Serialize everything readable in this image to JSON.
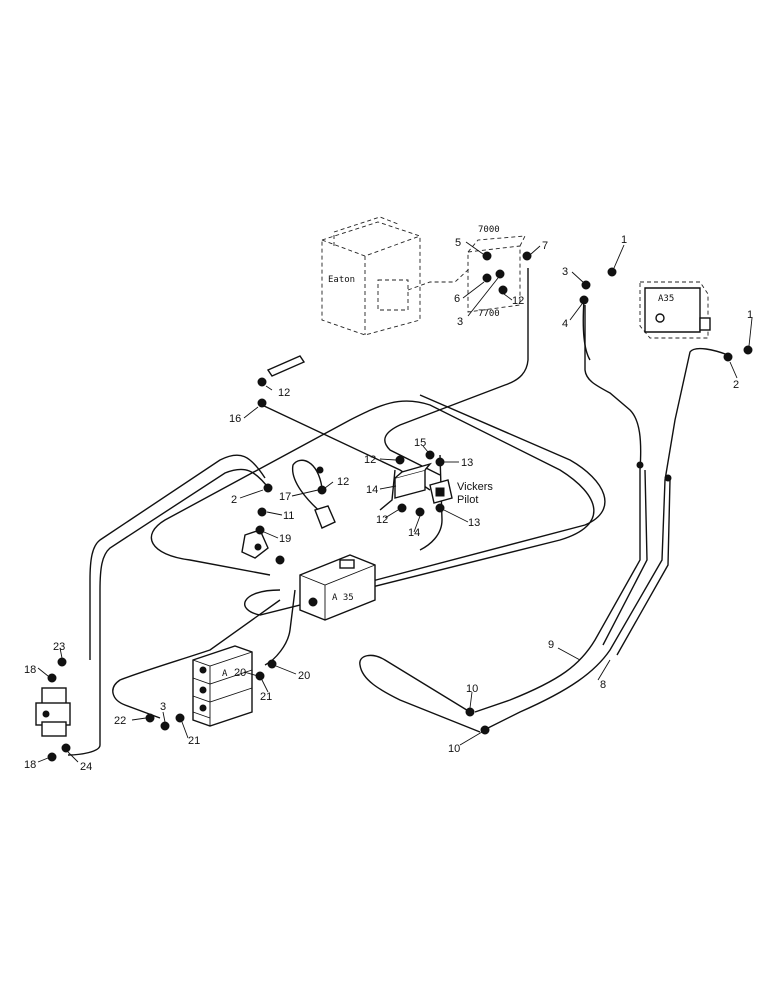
{
  "components": {
    "eaton": "Eaton",
    "a35_top": "A35",
    "a35_center": "A 35",
    "valve_bank": "A",
    "vickers_line1": "Vickers",
    "vickers_line2": "Pilot",
    "code_7000": "7000",
    "code_7700": "7700"
  },
  "callouts": [
    {
      "id": "c1a",
      "text": "1"
    },
    {
      "id": "c1b",
      "text": "1"
    },
    {
      "id": "c2a",
      "text": "2"
    },
    {
      "id": "c2b",
      "text": "2"
    },
    {
      "id": "c3a",
      "text": "3"
    },
    {
      "id": "c3b",
      "text": "3"
    },
    {
      "id": "c3c",
      "text": "3"
    },
    {
      "id": "c4",
      "text": "4"
    },
    {
      "id": "c5",
      "text": "5"
    },
    {
      "id": "c6",
      "text": "6"
    },
    {
      "id": "c7",
      "text": "7"
    },
    {
      "id": "c8",
      "text": "8"
    },
    {
      "id": "c9",
      "text": "9"
    },
    {
      "id": "c10a",
      "text": "10"
    },
    {
      "id": "c10b",
      "text": "10"
    },
    {
      "id": "c11",
      "text": "11"
    },
    {
      "id": "c12a",
      "text": "12"
    },
    {
      "id": "c12b",
      "text": "12"
    },
    {
      "id": "c12c",
      "text": "12"
    },
    {
      "id": "c12d",
      "text": "12"
    },
    {
      "id": "c12e",
      "text": "12"
    },
    {
      "id": "c13a",
      "text": "13"
    },
    {
      "id": "c13b",
      "text": "13"
    },
    {
      "id": "c14a",
      "text": "14"
    },
    {
      "id": "c14b",
      "text": "14"
    },
    {
      "id": "c15",
      "text": "15"
    },
    {
      "id": "c16",
      "text": "16"
    },
    {
      "id": "c17",
      "text": "17"
    },
    {
      "id": "c18a",
      "text": "18"
    },
    {
      "id": "c18b",
      "text": "18"
    },
    {
      "id": "c19",
      "text": "19"
    },
    {
      "id": "c20a",
      "text": "20"
    },
    {
      "id": "c20b",
      "text": "20"
    },
    {
      "id": "c21a",
      "text": "21"
    },
    {
      "id": "c21b",
      "text": "21"
    },
    {
      "id": "c22",
      "text": "22"
    },
    {
      "id": "c23",
      "text": "23"
    },
    {
      "id": "c24",
      "text": "24"
    }
  ]
}
